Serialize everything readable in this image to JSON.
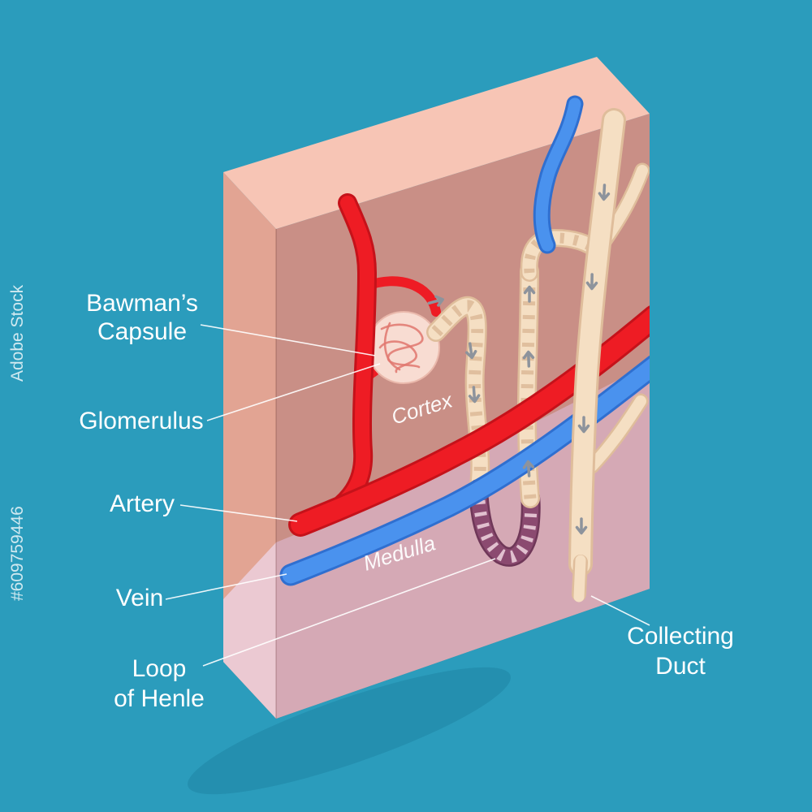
{
  "labels": {
    "capsule_line1": "Bawman’s",
    "capsule_line2": "Capsule",
    "glomerulus": "Glomerulus",
    "artery": "Artery",
    "vein": "Vein",
    "loop_line1": "Loop",
    "loop_line2": "of Henle",
    "duct_line1": "Collecting",
    "duct_line2": "Duct",
    "cortex": "Cortex",
    "medulla": "Medulla"
  },
  "watermark": {
    "brand": "Adobe Stock",
    "id": "#609759446"
  },
  "colors": {
    "background": "#2B9CBC",
    "shadow": "#1C7E9C",
    "blockTop": "#F7C5B5",
    "blockSideCortex": "#E2A493",
    "blockFrontCortex": "#C98F86",
    "blockFrontMedulla": "#D5A9B5",
    "blockSideMedulla": "#EBC9D2",
    "artery": "#EE1C24",
    "arteryShade": "#C5121A",
    "vein": "#4A92EE",
    "veinShade": "#2F6FD0",
    "tubule": "#F5DFC3",
    "tubuleShade": "#DFBD9B",
    "tubuleStripe": "#D8B492",
    "loop": "#8B4A70",
    "loopShade": "#6F3758",
    "loopStripe": "#EACDD9",
    "capsule": "#F8DCD2",
    "capsuleRim": "#EAB9AC",
    "glomerulus": "#E0776E",
    "arrow": "#8D939C",
    "text": "#FFFFFF"
  }
}
